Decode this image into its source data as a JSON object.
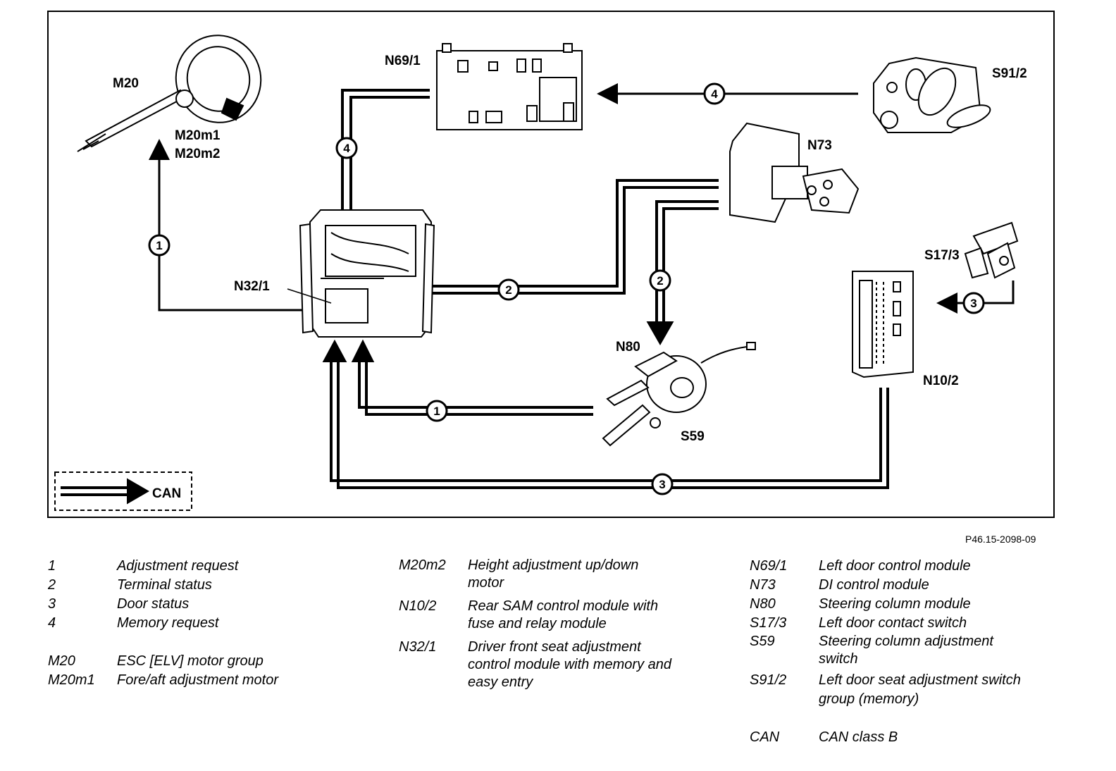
{
  "labels": {
    "m20": "M20",
    "m20m1": "M20m1",
    "m20m2": "M20m2",
    "n69_1": "N69/1",
    "s91_2": "S91/2",
    "n73": "N73",
    "n32_1": "N32/1",
    "s17_3": "S17/3",
    "n80": "N80",
    "n10_2": "N10/2",
    "s59": "S59",
    "can": "CAN"
  },
  "signals": {
    "sig1_top": "1",
    "sig1_bottom": "1",
    "sig2_left": "2",
    "sig2_right": "2",
    "sig3_right": "3",
    "sig3_bottom": "3",
    "sig4_top": "4",
    "sig4_left": "4"
  },
  "figure_ref": "P46.15-2098-09",
  "legend": {
    "col1": [
      {
        "code": "1",
        "desc": "Adjustment request"
      },
      {
        "code": "2",
        "desc": "Terminal status"
      },
      {
        "code": "3",
        "desc": "Door status"
      },
      {
        "code": "4",
        "desc": "Memory request"
      },
      {
        "code": "M20",
        "desc": "ESC [ELV] motor group"
      },
      {
        "code": "M20m1",
        "desc": "Fore/aft adjustment motor"
      }
    ],
    "col2": [
      {
        "code": "M20m2",
        "desc1": "Height adjustment up/down",
        "desc2": "motor"
      },
      {
        "code": "N10/2",
        "desc1": "Rear SAM control module with",
        "desc2": "fuse and relay module"
      },
      {
        "code": "N32/1",
        "desc1": "Driver front seat adjustment",
        "desc2": "control module with memory and",
        "desc3": "easy entry"
      }
    ],
    "col3": [
      {
        "code": "N69/1",
        "desc": "Left door control module"
      },
      {
        "code": "N73",
        "desc": "DI control module"
      },
      {
        "code": "N80",
        "desc": "Steering column module"
      },
      {
        "code": "S17/3",
        "desc": "Left door contact switch"
      },
      {
        "code": "S59",
        "desc1": "Steering column adjustment",
        "desc2": "switch"
      },
      {
        "code": "S91/2",
        "desc1": "Left door seat adjustment switch",
        "desc2": "group (memory)"
      },
      {
        "code": "CAN",
        "desc": "CAN class B"
      }
    ]
  }
}
